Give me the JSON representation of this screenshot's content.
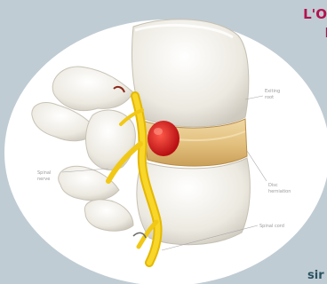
{
  "headline": {
    "line1": "L'O",
    "line2": "L"
  },
  "footer": {
    "text": "sir"
  },
  "labels": {
    "top_right_1": "Exiting",
    "top_right_2": "root",
    "mid_right_1": "Disc",
    "mid_right_2": "herniation",
    "left_1": "Spinal",
    "left_2": "nerve",
    "bottom_right": "Spinal cord"
  },
  "colors": {
    "background": "#c0ccd4",
    "headline": "#b3124f",
    "footer": "#2a5260",
    "bone": "#f2f0ea",
    "disc": "#e8c887",
    "nerve": "#f2c81a",
    "hernia": "#d81e1e"
  },
  "icons": {
    "illustration": "spine-vertebra-herniated-disc"
  }
}
